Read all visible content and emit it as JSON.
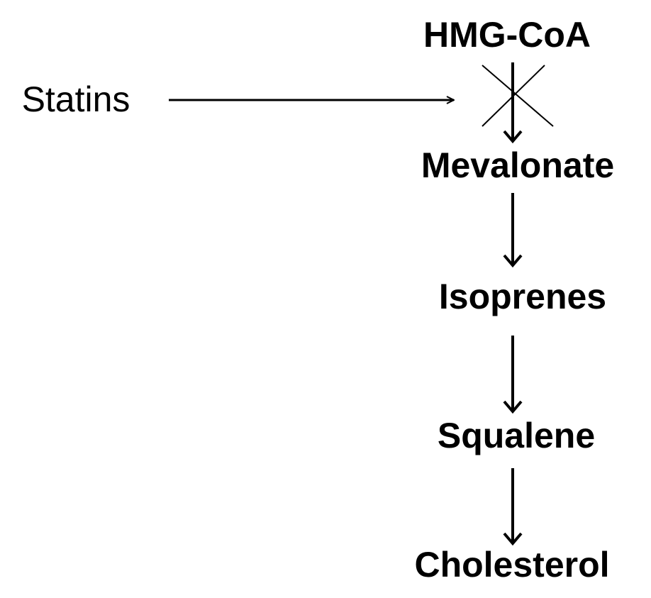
{
  "diagram": {
    "inhibitor": "Statins",
    "pathway": [
      "HMG-CoA",
      "Mevalonate",
      "Isoprenes",
      "Squalene",
      "Cholesterol"
    ],
    "blocked_step": "HMG-CoA → Mevalonate",
    "colors": {
      "background": "#ffffff",
      "ink": "#000000"
    }
  }
}
